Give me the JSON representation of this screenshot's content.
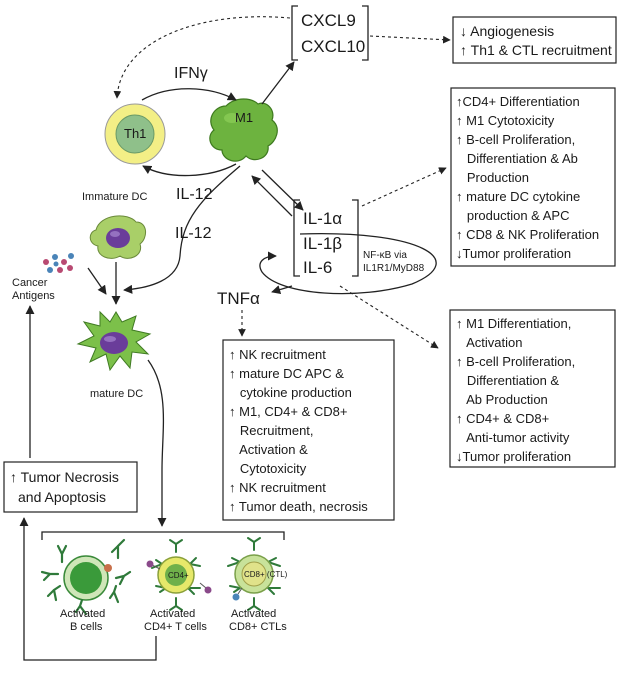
{
  "chemokines": [
    "CXCL9",
    "CXCL10"
  ],
  "chemokine_effects": [
    "↓ Angiogenesis",
    "↑ Th1 & CTL recruitment"
  ],
  "ifn_label": "IFNγ",
  "il12_label_top": "IL-12",
  "il12_label_dc": "IL-12",
  "th1_label": "Th1",
  "m1_label": "M1",
  "immature_dc_label": "Immature DC",
  "cancer_antigens_label": [
    "Cancer",
    "Antigens"
  ],
  "mature_dc_label": "mature DC",
  "interleukins": [
    "IL-1α",
    "IL-1β",
    "IL-6"
  ],
  "nfkb_label": [
    "NF-κB via",
    "IL1R1/MyD88"
  ],
  "tnf_label": "TNFα",
  "il1_effects": [
    "↑CD4+ Differentiation",
    "↑ M1 Cytotoxicity",
    "↑ B-cell Proliferation,",
    "   Differentiation & Ab",
    "   Production",
    "↑ mature DC cytokine",
    "   production & APC",
    "↑ CD8 & NK Proliferation",
    "↓Tumor proliferation"
  ],
  "il6_effects": [
    "↑ M1 Differentiation,",
    "   Activation",
    "↑ B-cell Proliferation,",
    "   Differentiation &",
    "   Ab Production",
    "↑ CD4+ & CD8+",
    "   Anti-tumor activity",
    "↓Tumor proliferation"
  ],
  "tnf_effects": [
    "↑ NK recruitment",
    "↑ mature DC APC  &",
    "   cytokine production",
    "↑ M1, CD4+ & CD8+",
    "   Recruitment,",
    "   Activation &",
    "   Cytotoxicity",
    "↑ NK recruitment",
    "↑ Tumor death, necrosis"
  ],
  "tumor_necrosis": [
    "↑ Tumor Necrosis",
    "and Apoptosis"
  ],
  "activated_cells": [
    {
      "label": [
        "Activated",
        "B cells"
      ],
      "inner": ""
    },
    {
      "label": [
        "Activated",
        "CD4+ T cells"
      ],
      "inner": "CD4+"
    },
    {
      "label": [
        "Activated",
        "CD8+ CTLs"
      ],
      "inner": "CD8+ (CTL)"
    }
  ],
  "colors": {
    "th1_outer": "#f3ef86",
    "th1_inner": "#8fc08a",
    "m1": "#6db33f",
    "dc_body": "#a9cf68",
    "dc_nucleus": "#6a3d9a",
    "b_cell": "#3a9a3a",
    "cd4_cell": "#e6e86a",
    "cd8_cell": "#c8e29a",
    "antibody": "#2f7a3a"
  }
}
